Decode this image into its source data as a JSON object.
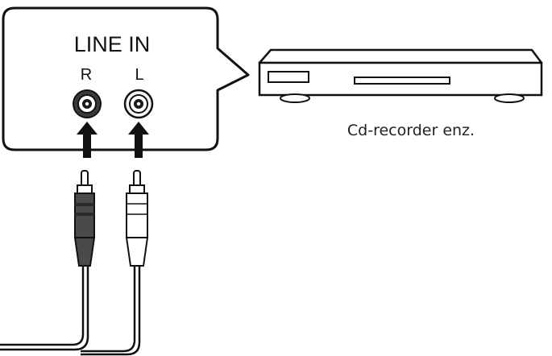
{
  "panel": {
    "title": "LINE IN",
    "jack_right_label": "R",
    "jack_left_label": "L"
  },
  "device": {
    "caption": "Cd-recorder enz."
  },
  "icons": [
    "rca-jack-icon",
    "rca-plug-icon",
    "arrow-up-icon",
    "cd-recorder-icon"
  ]
}
